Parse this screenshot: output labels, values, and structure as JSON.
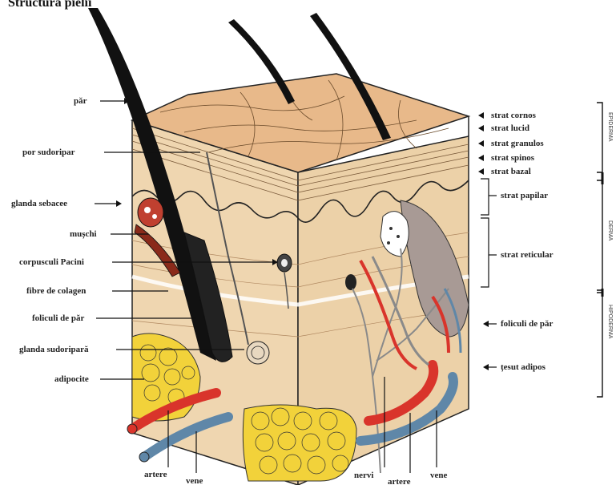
{
  "title": "Structura pielii",
  "labels_left": {
    "par": "păr",
    "por_sudoripar": "por sudoripar",
    "glanda_sebacee": "glanda sebacee",
    "muschi": "mușchi",
    "corpusculi_pacini": "corpusculi Pacini",
    "fibre_colagen": "fibre de colagen",
    "foliculi_par": "foliculi de păr",
    "glanda_sudoripara": "glanda sudoripară",
    "adipocite": "adipocite"
  },
  "labels_right": {
    "strat_cornos": "strat cornos",
    "strat_lucid": "strat lucid",
    "strat_granulos": "strat granulos",
    "strat_spinos": "strat spinos",
    "strat_bazal": "strat bazal",
    "strat_papilar": "strat papilar",
    "strat_reticular": "strat reticular",
    "foliculi_par": "foliculi de păr",
    "tesut_adipos": "țesut adipos"
  },
  "labels_bottom": {
    "artere_left": "artere",
    "vene_left": "vene",
    "nervi": "nervi",
    "artere_right": "artere",
    "vene_right": "vene"
  },
  "side_brackets": {
    "epiderma": "EPIDERMA",
    "derma": "DERMA",
    "hipoderma": "HIPODERMA"
  },
  "colors": {
    "skin_top": "#e8b98a",
    "dermis": "#efd6b0",
    "adipose": "#f2d23a",
    "artery": "#d9342b",
    "vein": "#5f87a8",
    "hair": "#111111",
    "muscle": "#8a2a1a"
  }
}
